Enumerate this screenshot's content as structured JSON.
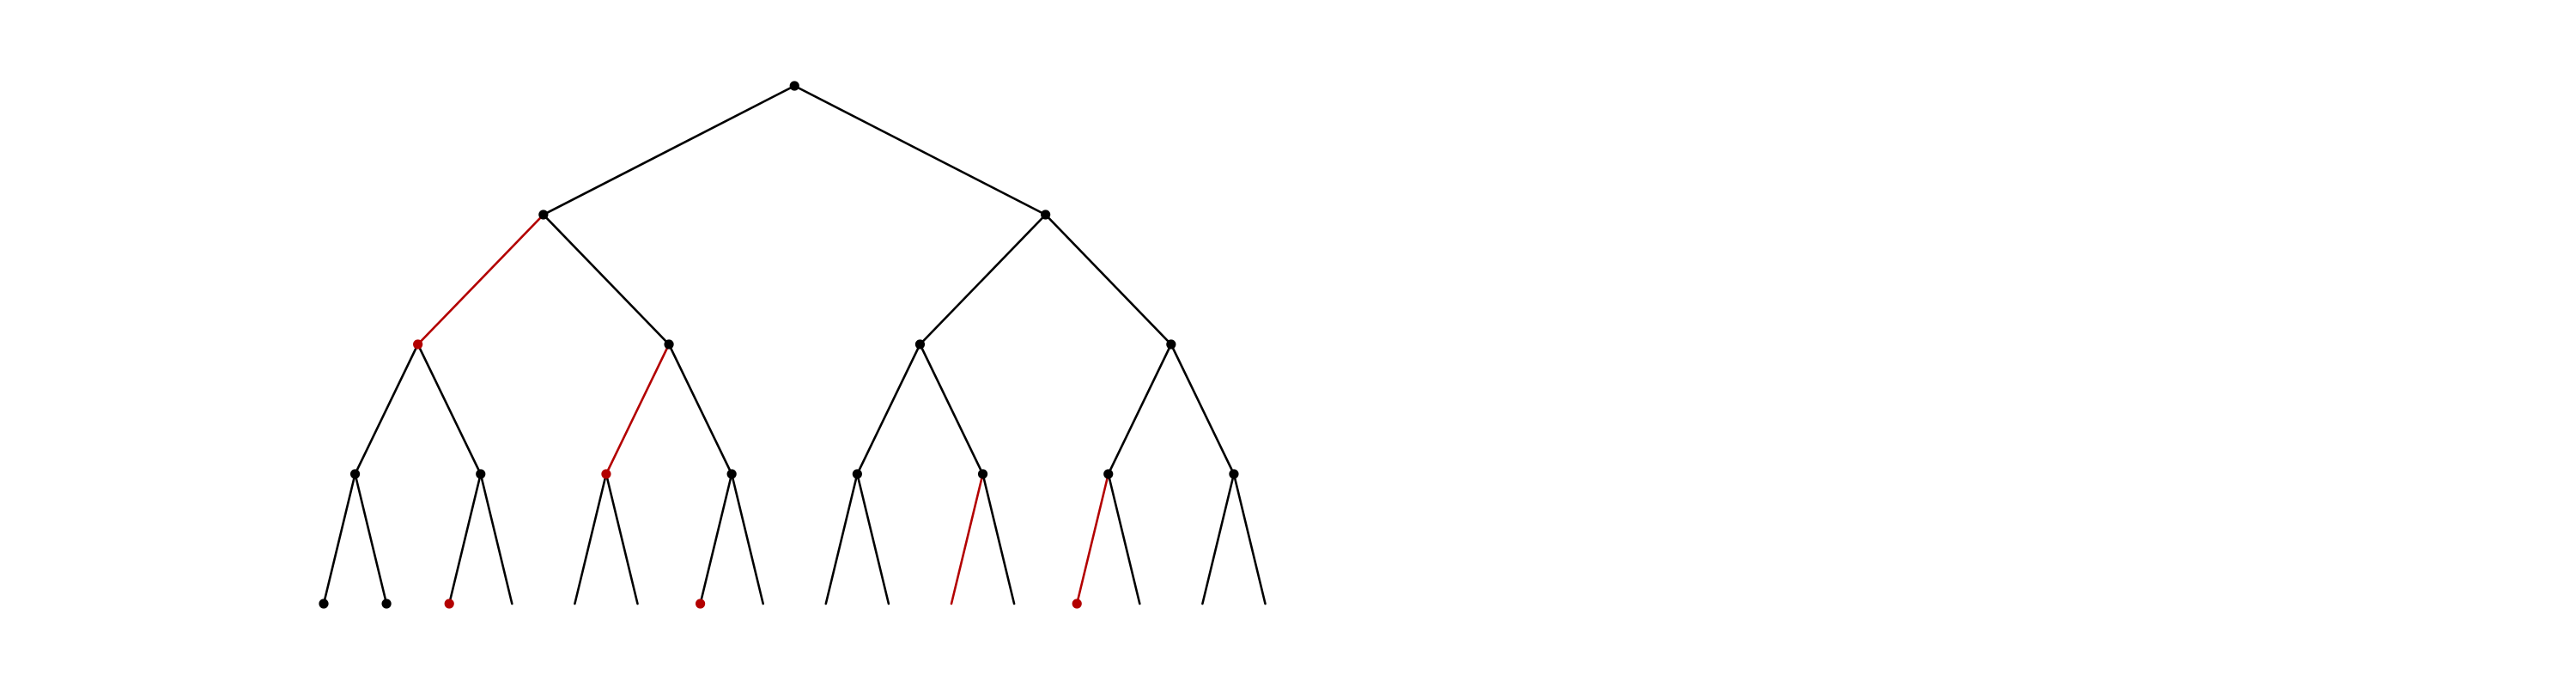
{
  "diagram": {
    "kind": "binary-tree",
    "depth": 4,
    "colors": {
      "default": "#000000",
      "highlight": "#b30000",
      "background": "#ffffff"
    },
    "highlighted_paths": [
      [
        "L",
        "L"
      ],
      [
        "L",
        "R",
        "L"
      ],
      [
        "R",
        "L",
        "R",
        "L"
      ],
      [
        "R",
        "R",
        "L",
        "L"
      ]
    ],
    "labeled_leaf_nodes": [
      {
        "path": [
          "L",
          "L",
          "L",
          "L"
        ],
        "color": "default"
      },
      {
        "path": [
          "L",
          "L",
          "L",
          "R"
        ],
        "color": "default"
      },
      {
        "path": [
          "L",
          "L",
          "R",
          "L"
        ],
        "color": "highlight"
      },
      {
        "path": [
          "L",
          "R",
          "R",
          "L"
        ],
        "color": "highlight"
      },
      {
        "path": [
          "R",
          "R",
          "L",
          "L"
        ],
        "color": "highlight"
      }
    ]
  }
}
